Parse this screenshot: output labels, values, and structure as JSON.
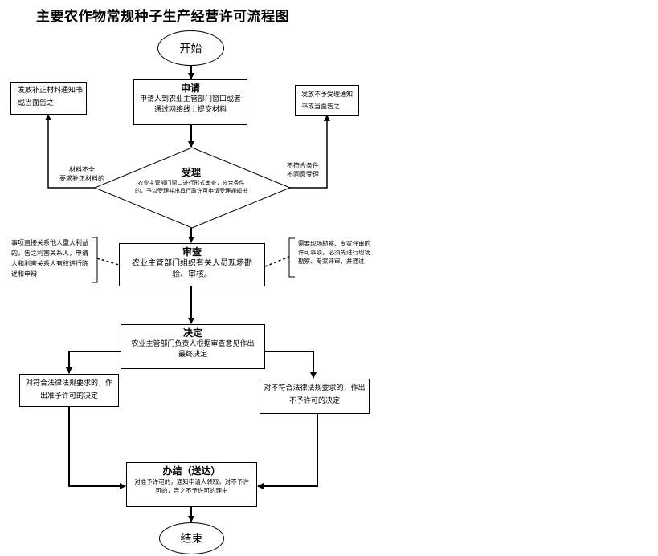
{
  "title": "主要农作物常规种子生产经营许可流程图",
  "start": {
    "label": "开始"
  },
  "end": {
    "label": "结束"
  },
  "apply": {
    "heading": "申请",
    "text": "申请人到农业主管部门窗口或者通过网络线上提交材料"
  },
  "notify_supplement": {
    "text": "发放补正材料通知书或当面告之"
  },
  "notify_reject": {
    "text": "发放不予受理通知书或当面告之"
  },
  "accept": {
    "heading": "受理",
    "text": "农业主管部门窗口进行形式审查，符合条件的，予以受理并出具行政许可申请受理通知书"
  },
  "label_supplement": {
    "line1": "材料不全",
    "line2": "要求补正材料的"
  },
  "label_reject": {
    "line1": "不符合条件",
    "line2": "不同意受理"
  },
  "review": {
    "heading": "审查",
    "text": "农业主管部门组织有关人员现场勘验、审核。"
  },
  "review_note_left": {
    "text": "事项直接关系他人重大利益的，告之利害关系人，申请人和利害关系人有权进行陈述和申辩"
  },
  "review_note_right": {
    "text": "需要现场勘察、专家评审的许可事项，必须先进行现场勘察、专家评审，并通过"
  },
  "decide": {
    "heading": "决定",
    "text": "农业主管部门负责人根据审查意见作出最终决定"
  },
  "approve": {
    "text": "对符合法律法规要求的，作出准予许可的决定"
  },
  "deny": {
    "text": "对不符合法律法规要求的，作出不予许可的决定"
  },
  "deliver": {
    "heading": "办结（送达）",
    "text": "对准予许可的，通知申请人领取，对不予许可的，告之不予许可的理由"
  }
}
